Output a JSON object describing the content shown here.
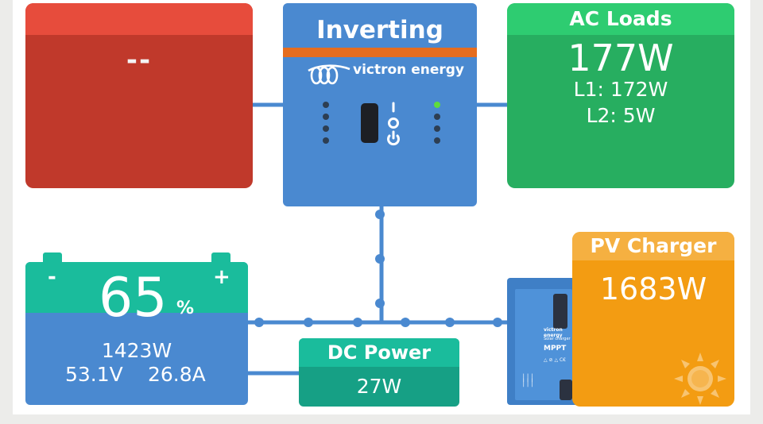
{
  "grid": {
    "value": "--",
    "color": "#c0392b"
  },
  "inverter": {
    "state": "Inverting",
    "brand": "victron energy",
    "status_led_color": "#5fdc3c"
  },
  "ac_loads": {
    "title": "AC Loads",
    "total": "177W",
    "l1": "L1: 172W",
    "l2": "L2: 5W"
  },
  "battery": {
    "minus": "-",
    "plus": "+",
    "soc": "65",
    "soc_unit": "%",
    "power": "1423W",
    "voltage": "53.1V",
    "current": "26.8A",
    "level": 0.65
  },
  "dc_power": {
    "title": "DC Power",
    "value": "27W"
  },
  "pv_charger": {
    "title": "PV Charger",
    "value": "1683W",
    "device_labels": [
      "victron energy",
      "Solar charger",
      "MPPT",
      "△ ⊘ △ C€"
    ]
  },
  "icons": [
    "victron-logo-icon",
    "power-switch-icon",
    "sun-icon"
  ],
  "colors": {
    "grid": "#c0392b",
    "inverter": "#4a89d0",
    "ac_loads": "#27ae60",
    "battery_fill": "#1abc9c",
    "dc_power": "#16a085",
    "pv_charger": "#f39c12",
    "flow_line": "#4a89d0"
  }
}
